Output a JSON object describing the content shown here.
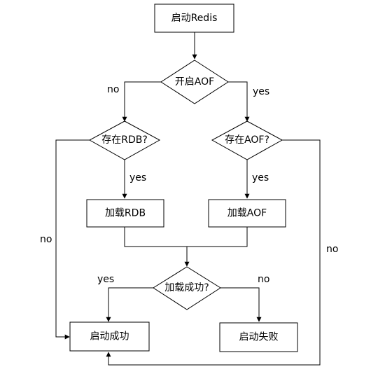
{
  "nodes": {
    "start": {
      "label": "启动Redis",
      "shape": "rect"
    },
    "aof_on": {
      "label": "开启AOF",
      "shape": "diamond"
    },
    "rdb_exists": {
      "label": "存在RDB?",
      "shape": "diamond"
    },
    "aof_exists": {
      "label": "存在AOF?",
      "shape": "diamond"
    },
    "load_rdb": {
      "label": "加载RDB",
      "shape": "rect"
    },
    "load_aof": {
      "label": "加载AOF",
      "shape": "rect"
    },
    "load_ok": {
      "label": "加载成功?",
      "shape": "diamond"
    },
    "start_ok": {
      "label": "启动成功",
      "shape": "rect"
    },
    "start_fail": {
      "label": "启动失败",
      "shape": "rect"
    }
  },
  "edges": {
    "aof_on_no": {
      "from": "aof_on",
      "to": "rdb_exists",
      "label": "no"
    },
    "aof_on_yes": {
      "from": "aof_on",
      "to": "aof_exists",
      "label": "yes"
    },
    "rdb_exists_yes": {
      "from": "rdb_exists",
      "to": "load_rdb",
      "label": "yes"
    },
    "rdb_exists_no": {
      "from": "rdb_exists",
      "to": "start_ok",
      "label": "no"
    },
    "aof_exists_yes": {
      "from": "aof_exists",
      "to": "load_aof",
      "label": "yes"
    },
    "aof_exists_no": {
      "from": "aof_exists",
      "to": "start_ok",
      "label": "no"
    },
    "load_ok_yes": {
      "from": "load_ok",
      "to": "start_ok",
      "label": "yes"
    },
    "load_ok_no": {
      "from": "load_ok",
      "to": "start_fail",
      "label": "no"
    }
  },
  "colors": {
    "stroke": "#000000",
    "fill": "#ffffff",
    "text": "#000000"
  }
}
